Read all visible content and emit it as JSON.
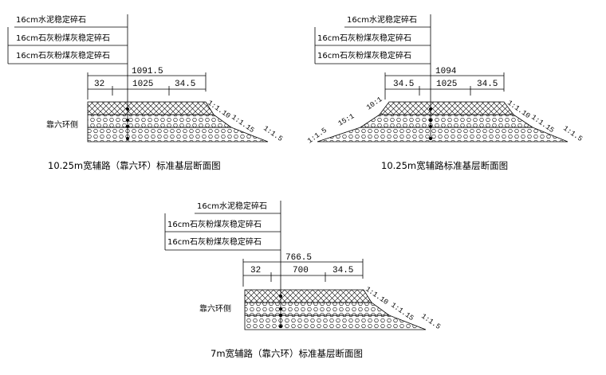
{
  "layers": {
    "cement": "16cm水泥稳定碎石",
    "lime1": "16cm石灰粉煤灰稳定碎石",
    "lime2": "16cm石灰粉煤灰稳定碎石"
  },
  "diagram1": {
    "total": "1091.5",
    "left": "32",
    "middle": "1025",
    "right": "34.5",
    "side_label": "靠六环侧",
    "slope_top": "1:1.10",
    "slope_mid": "1:1.15",
    "slope_bot": "1:1.5",
    "caption": "10.25m宽辅路（靠六环）标准基层断面图"
  },
  "diagram2": {
    "total": "1094",
    "left": "34.5",
    "middle": "1025",
    "right": "34.5",
    "slope_top_left": "10:1",
    "slope_mid_left": "15:1",
    "slope_bot_left": "1:1.5",
    "slope_top_right": "1:1.10",
    "slope_mid_right": "1:1.15",
    "slope_bot_right": "1:1.5",
    "caption": "10.25m宽辅路标准基层断面图"
  },
  "diagram3": {
    "total": "766.5",
    "left": "32",
    "middle": "700",
    "right": "34.5",
    "side_label": "靠六环侧",
    "slope_top": "1:1.10",
    "slope_mid": "1:1.15",
    "slope_bot": "1:1.5",
    "caption": "7m宽辅路（靠六环）标准基层断面图"
  }
}
